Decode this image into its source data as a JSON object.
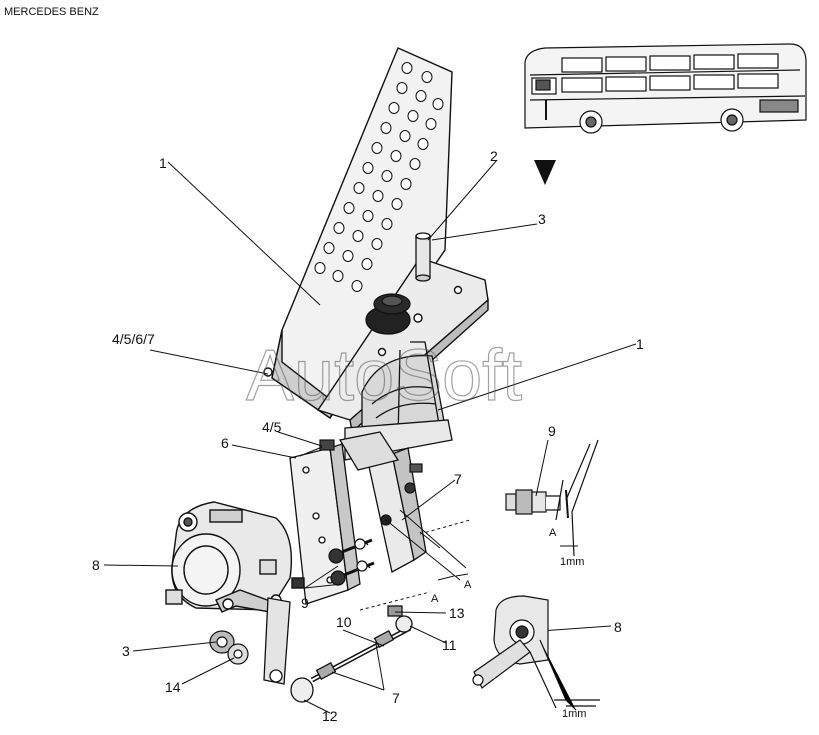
{
  "header": {
    "brand": "MERCEDES BENZ"
  },
  "watermark": "AutoSoft",
  "callouts": {
    "c1_top": "1",
    "c2": "2",
    "c3_top": "3",
    "c4567": "4/5/6/7",
    "c1_right": "1",
    "c45": "4/5",
    "c6": "6",
    "c7_mid": "7",
    "c8_left": "8",
    "c9_mid": "9",
    "c13": "13",
    "c10": "10",
    "c11": "11",
    "c3_low": "3",
    "c14": "14",
    "c7_low": "7",
    "c12": "12",
    "c9_detail": "9",
    "cA_detail": "A",
    "c8_detail": "8",
    "cA1": "A",
    "cA2": "A"
  },
  "measurements": {
    "mm_top": "1mm",
    "mm_bottom": "1mm"
  },
  "colors": {
    "line": "#111111",
    "shade": "#d8d8d8",
    "dark": "#222222"
  }
}
